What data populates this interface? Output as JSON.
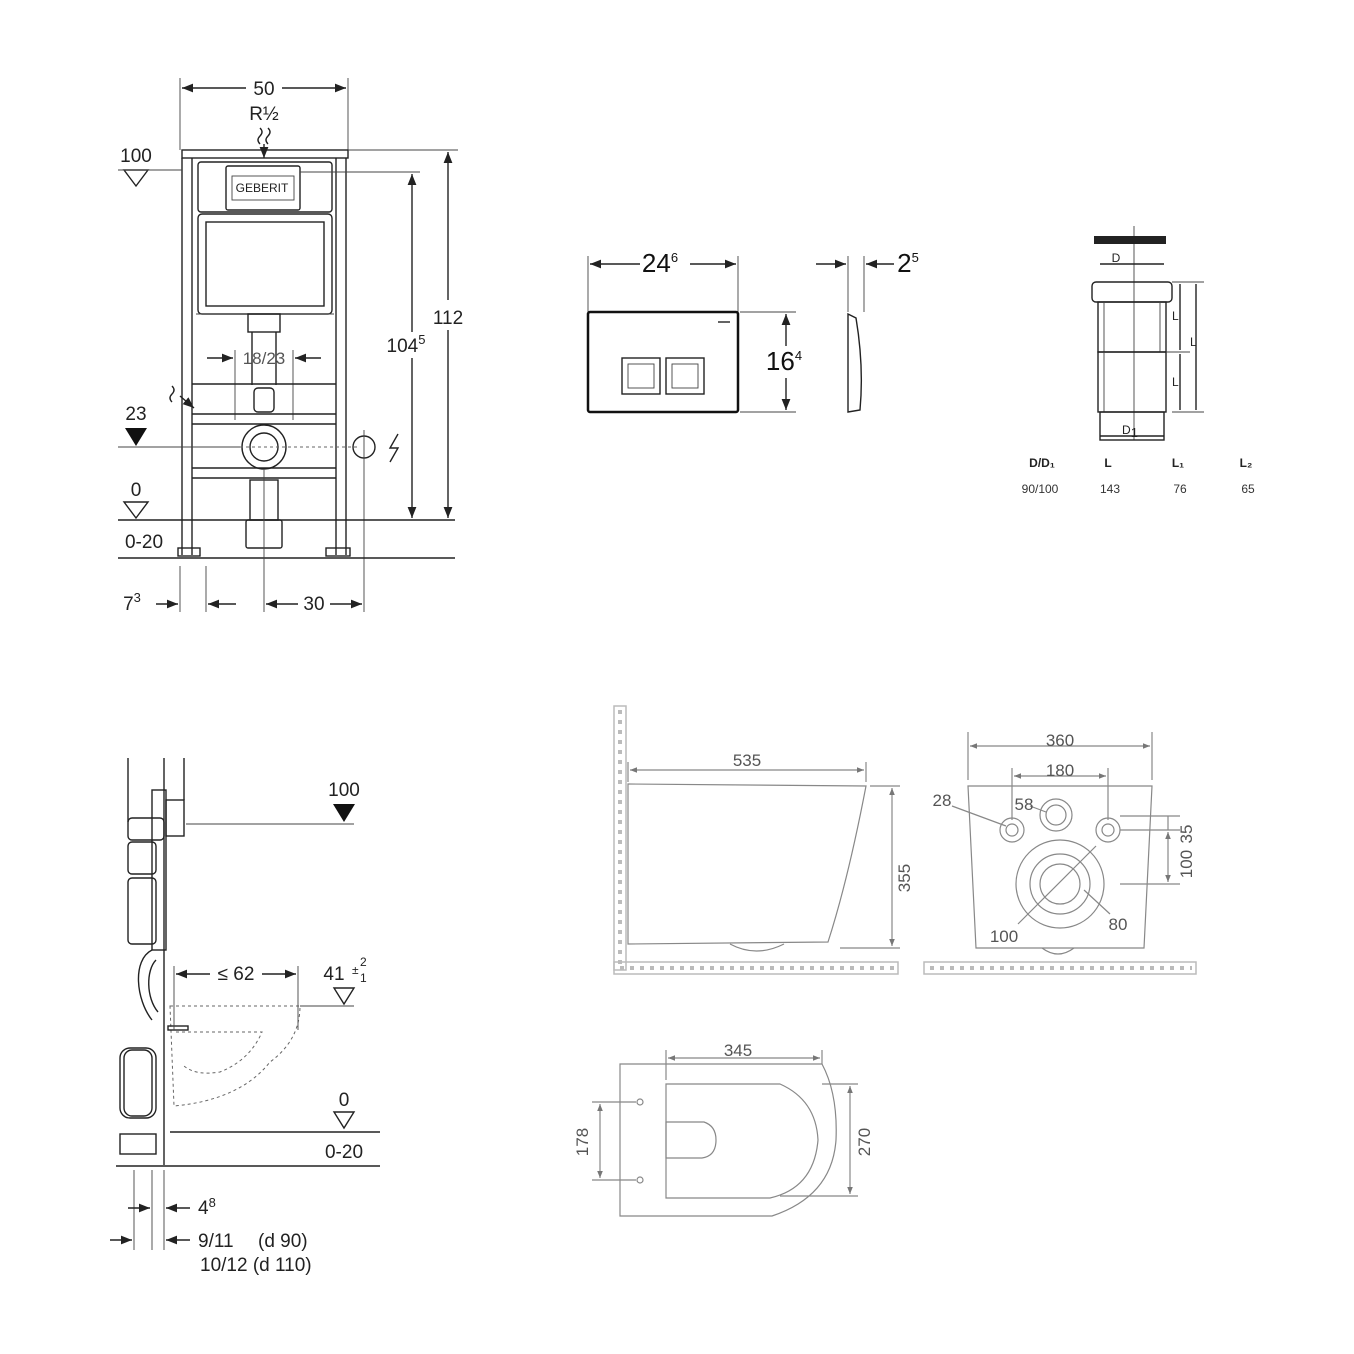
{
  "frame_front": {
    "width": "50",
    "connection": "R½",
    "height_total": "112",
    "height_inner": "104",
    "height_inner_sup": "5",
    "level_top": "100",
    "level_mid": "23",
    "level_floor": "0",
    "floor_range": "0-20",
    "bolt_spacing": "18/23",
    "offset_left": "7",
    "offset_left_sup": "3",
    "offset_right": "30"
  },
  "flush_plate": {
    "width": "24",
    "width_sup": "6",
    "height": "16",
    "height_sup": "4",
    "depth": "2",
    "depth_sup": "5"
  },
  "connector": {
    "label_d": "D",
    "label_d1": "D",
    "label_d1_sub": "1",
    "label_l": "L",
    "label_l1": "L",
    "label_l2": "L",
    "table": {
      "headers": [
        "D/D₁",
        "L",
        "L₁",
        "L₂"
      ],
      "row": [
        "90/100",
        "143",
        "76",
        "65"
      ]
    }
  },
  "frame_side": {
    "level_top": "100",
    "depth": "≤ 62",
    "seat_height": "41",
    "seat_tol_plus": "2",
    "seat_tol_minus": "1",
    "level_floor": "0",
    "floor_range": "0-20",
    "offset_a": "4",
    "offset_a_sup": "8",
    "offset_b1": "9/11",
    "offset_b1_note": "(d 90)",
    "offset_b2": "10/12 (d 110)"
  },
  "toilet_side": {
    "length": "535",
    "height": "355"
  },
  "toilet_back": {
    "width": "360",
    "bolt_spacing": "180",
    "d_outlet": "28",
    "d_inlet": "58",
    "offset_35": "35",
    "offset_100": "100",
    "d_outlet_big": "100",
    "d_80": "80"
  },
  "toilet_top": {
    "length": "345",
    "width": "270",
    "bolt_spacing": "178"
  }
}
